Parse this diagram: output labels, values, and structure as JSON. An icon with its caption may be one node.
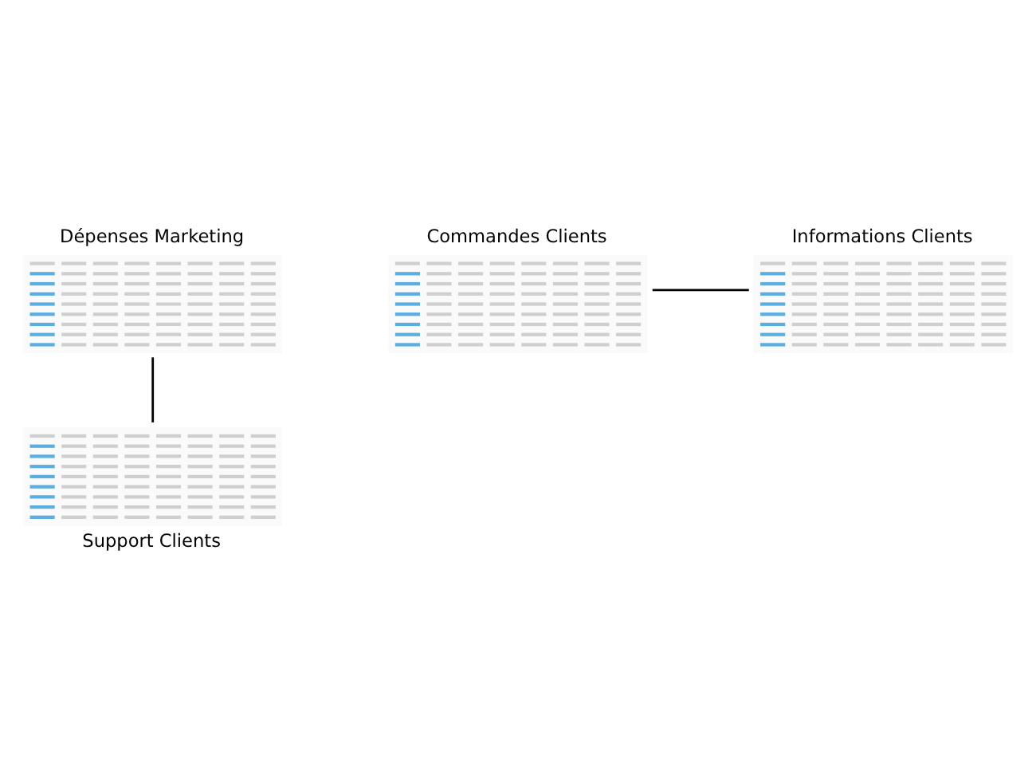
{
  "diagram": {
    "nodes": [
      {
        "text": [
          "Dépenses Marketing"
        ]
      },
      {
        "text": [
          "Commandes Clients"
        ]
      },
      {
        "text": [
          "Informations Clients"
        ]
      },
      {
        "text": [
          "Support Clients"
        ]
      }
    ],
    "edges": [
      {
        "from": 0,
        "to": 3,
        "arrow": "none"
      },
      {
        "from": 1,
        "to": 2,
        "arrow": "none"
      }
    ]
  }
}
